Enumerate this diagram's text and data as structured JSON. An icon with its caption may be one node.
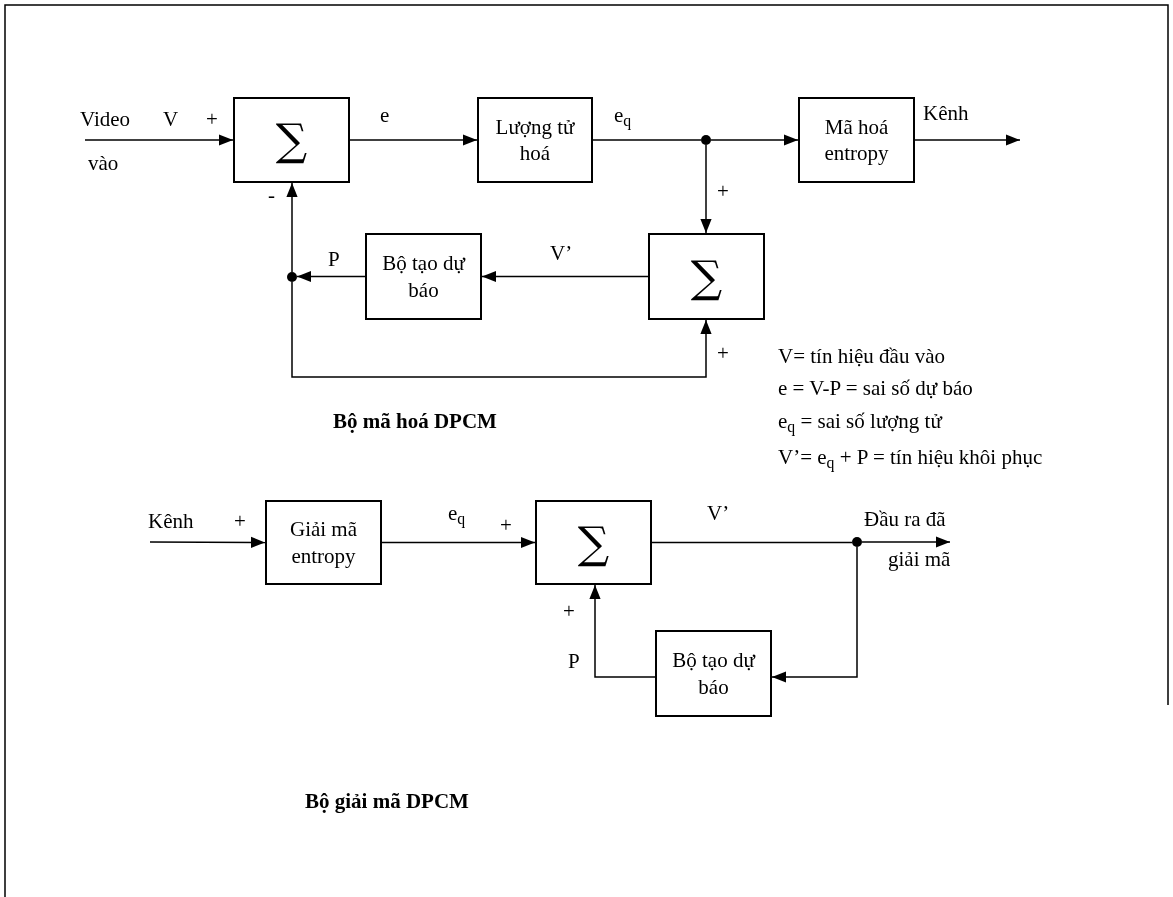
{
  "diagram": {
    "nodes": [
      {
        "text": [
          "∑"
        ]
      },
      {
        "text": [
          "Lượng tử hoá"
        ]
      },
      {
        "text": [],
        "shape": "circle"
      },
      {
        "text": [
          "Mã hoá entropy"
        ]
      },
      {
        "text": [
          "∑"
        ]
      },
      {
        "text": [
          "Bộ tạo dự báo"
        ]
      },
      {
        "text": [],
        "shape": "circle"
      },
      {
        "text": [
          "Giải mã entropy"
        ]
      },
      {
        "text": [
          "∑"
        ]
      },
      {
        "text": [],
        "shape": "circle"
      },
      {
        "text": [
          "Bộ tạo dự báo"
        ]
      },
      {
        "text": [
          "Đầu ra đã",
          "giải mã"
        ]
      }
    ],
    "edges": [
      {
        "from": null,
        "to": 0,
        "arrow": "to"
      },
      {
        "from": 0,
        "to": 1,
        "arrow": "to",
        "label": "e"
      },
      {
        "from": 1,
        "to": 2,
        "arrow": "none",
        "label": "e$_{q}$"
      },
      {
        "from": 2,
        "to": 3,
        "arrow": "to"
      },
      {
        "from": 3,
        "to": null,
        "arrow": "to"
      },
      {
        "from": 2,
        "to": 4,
        "arrow": "to"
      },
      {
        "from": 4,
        "to": 5,
        "arrow": "to",
        "label": "V’"
      },
      {
        "from": 5,
        "to": 6,
        "arrow": "to",
        "label": "P"
      },
      {
        "from": 6,
        "to": 0,
        "arrow": "to"
      },
      {
        "from": 6,
        "to": 4,
        "arrow": "to"
      },
      {
        "from": null,
        "to": 7,
        "arrow": "to"
      },
      {
        "from": 7,
        "to": 8,
        "arrow": "to",
        "label": "e$_{q}$"
      },
      {
        "from": 8,
        "to": 9,
        "arrow": "none",
        "label": "V’"
      },
      {
        "from": 9,
        "to": 11,
        "arrow": "to"
      },
      {
        "from": 9,
        "to": 10,
        "arrow": "to"
      },
      {
        "from": 10,
        "to": 8,
        "arrow": "to",
        "label": "P"
      }
    ],
    "labels": [
      "Video",
      "V",
      "+",
      "Kênh",
      "vào",
      "-",
      "+",
      "+",
      "V= tín hiệu đầu vào",
      "e = V-P = sai số dự báo",
      "e$_{q}$ = sai số lượng tử",
      "V’= e$_{q}$ + P = tín hiệu khôi phục",
      "Bộ mã hoá DPCM",
      "Kênh",
      "+",
      "+",
      "+",
      "Bộ giải mã DPCM"
    ]
  }
}
